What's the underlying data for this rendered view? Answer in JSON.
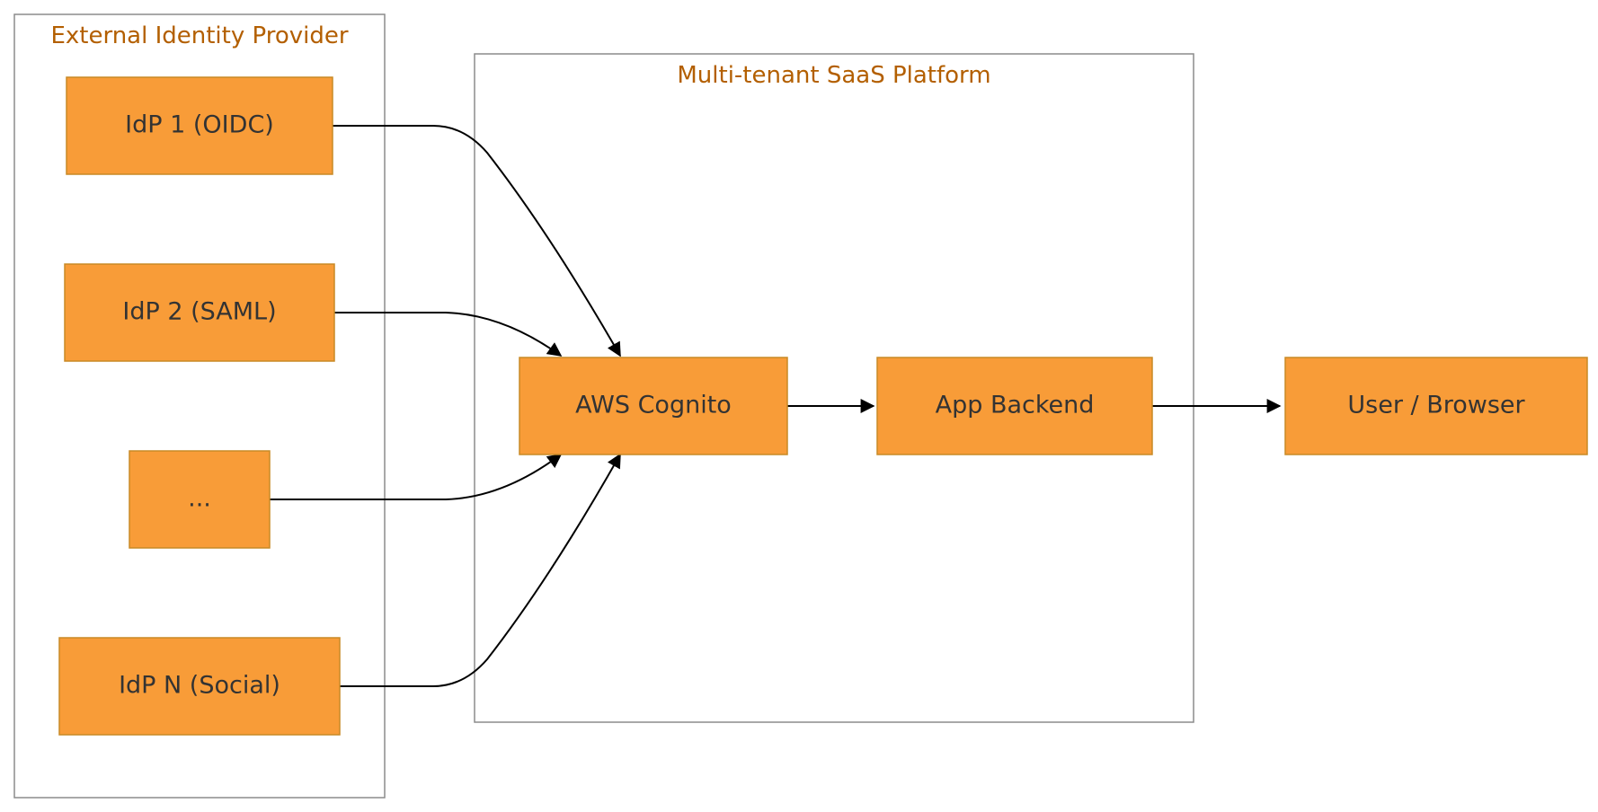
{
  "colors": {
    "node_fill": "#f89c38",
    "cluster_label": "#b35f00",
    "node_text": "#333333",
    "edge": "#000000"
  },
  "clusters": {
    "external": {
      "label": "External Identity Provider"
    },
    "platform": {
      "label": "Multi-tenant SaaS Platform"
    }
  },
  "nodes": {
    "idp1": "IdP 1 (OIDC)",
    "idp2": "IdP 2 (SAML)",
    "idp_more": "...",
    "idpn": "IdP N (Social)",
    "cognito": "AWS Cognito",
    "backend": "App Backend",
    "user": "User / Browser"
  },
  "edges": [
    {
      "from": "idp1",
      "to": "cognito"
    },
    {
      "from": "idp2",
      "to": "cognito"
    },
    {
      "from": "idp_more",
      "to": "cognito"
    },
    {
      "from": "idpn",
      "to": "cognito"
    },
    {
      "from": "cognito",
      "to": "backend"
    },
    {
      "from": "backend",
      "to": "user"
    }
  ]
}
